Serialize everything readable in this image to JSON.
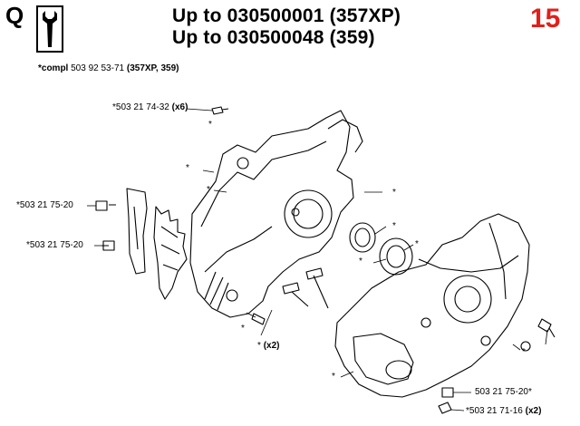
{
  "header": {
    "section_letter": "Q",
    "title_line1": "Up to 030500001  (357XP)",
    "title_line2": "Up to 030500048  (359)",
    "page_number": "15",
    "page_number_color": "#e0201b",
    "tool_icon": "wrench-icon"
  },
  "compl": {
    "prefix": "*compl",
    "part": "503 92 53-71",
    "models": "(357XP, 359)"
  },
  "callouts": {
    "top_screw": "*503 21 74-32",
    "top_screw_qty": "(x6)",
    "left_screw_1": "*503 21 75-20",
    "left_screw_2": "*503 21 75-20",
    "star": "*",
    "bottom_x2": "(x2)",
    "right_screw": "503 21 75-20*",
    "right_bottom": "*503 21 71-16",
    "right_bottom_qty": "(x2)"
  }
}
